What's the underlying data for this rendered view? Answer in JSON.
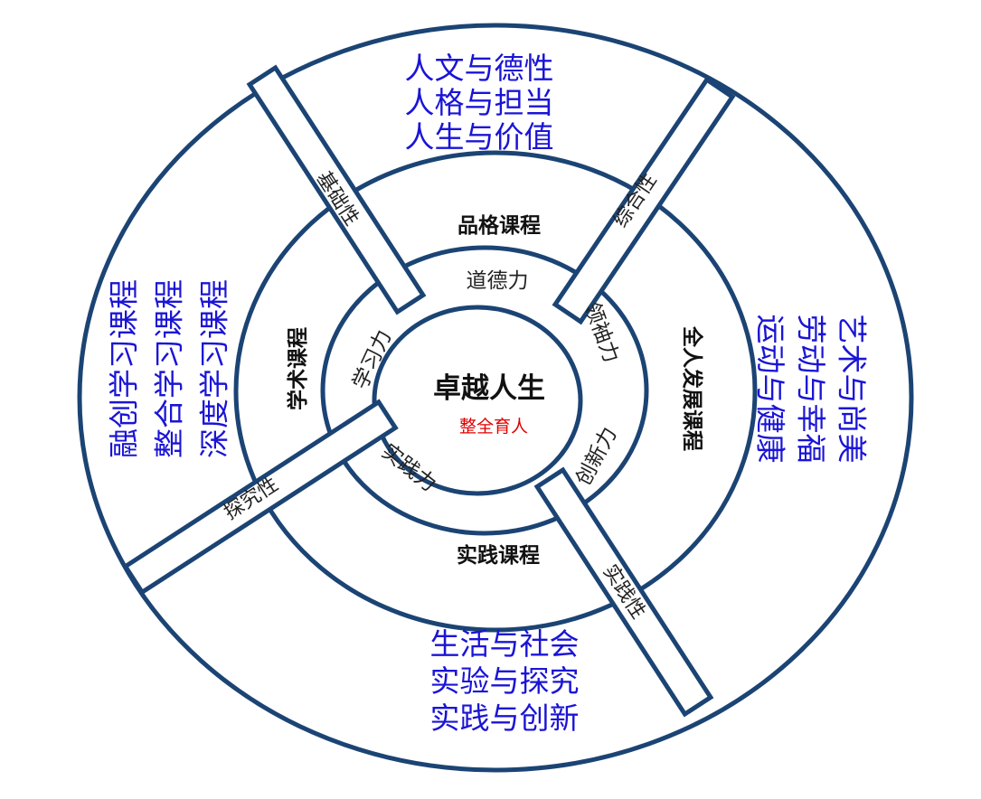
{
  "center": {
    "title": "卓越人生",
    "subtitle": "整全育人"
  },
  "abilities": {
    "top": "道德力",
    "left": "学习力",
    "right_upper": "领袖力",
    "right_lower": "创新力",
    "bottom": "实践力"
  },
  "courses": {
    "top": "品格课程",
    "left": "学术课程",
    "right": "全人发展课程",
    "bottom": "实践课程"
  },
  "spokes": {
    "upper_left": "基础性",
    "upper_right": "综合性",
    "lower_left": "探究性",
    "lower_right": "实践性"
  },
  "outer": {
    "top": [
      "人文与德性",
      "人格与担当",
      "人生与价值"
    ],
    "left": [
      "融创学习课程",
      "整合学习课程",
      "深度学习课程"
    ],
    "right": [
      "艺术与尚美",
      "劳动与幸福",
      "运动与健康"
    ],
    "bottom": [
      "生活与社会",
      "实验与探究",
      "实践与创新"
    ]
  },
  "colors": {
    "ring": "#1b4474",
    "outer_text": "#1a14d6",
    "subtitle": "#e00000"
  }
}
